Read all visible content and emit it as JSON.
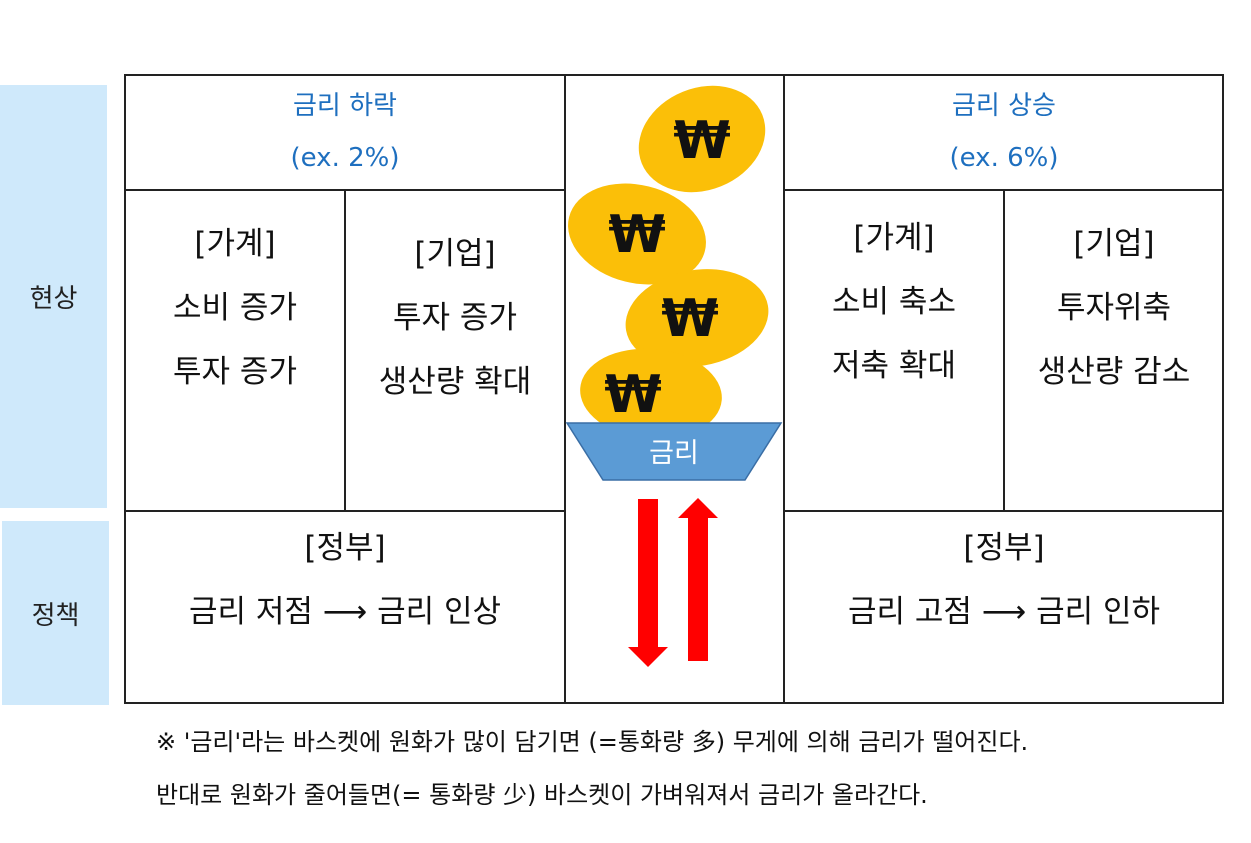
{
  "side_labels": {
    "phenomenon": "현상",
    "policy": "정책"
  },
  "left": {
    "title": "금리 하락",
    "example": "(ex. 2%)",
    "household": {
      "heading": "[가계]",
      "lines": [
        "소비 증가",
        "투자 증가"
      ]
    },
    "firm": {
      "heading": "[기업]",
      "lines": [
        "투자 증가",
        "생산량 확대"
      ]
    },
    "government": {
      "heading": "[정부]",
      "line": "금리 저점 ⟶ 금리 인상"
    }
  },
  "right": {
    "title": "금리 상승",
    "example": "(ex. 6%)",
    "household": {
      "heading": "[가계]",
      "lines": [
        "소비 축소",
        "저축 확대"
      ]
    },
    "firm": {
      "heading": "[기업]",
      "lines": [
        "투자위축",
        "생산량 감소"
      ]
    },
    "government": {
      "heading": "[정부]",
      "line": "금리 고점 ⟶ 금리 인하"
    }
  },
  "center": {
    "basket_label": "금리",
    "coin_symbol": "₩",
    "colors": {
      "coin": "#fbbf08",
      "basket": "#5b9bd5",
      "arrow": "#ff0000"
    }
  },
  "notes": [
    "※ '금리'라는 바스켓에 원화가 많이 담기면 (=통화량 多) 무게에 의해 금리가 떨어진다.",
    "반대로 원화가 줄어들면(= 통화량 少) 바스켓이 가벼워져서 금리가 올라간다."
  ]
}
